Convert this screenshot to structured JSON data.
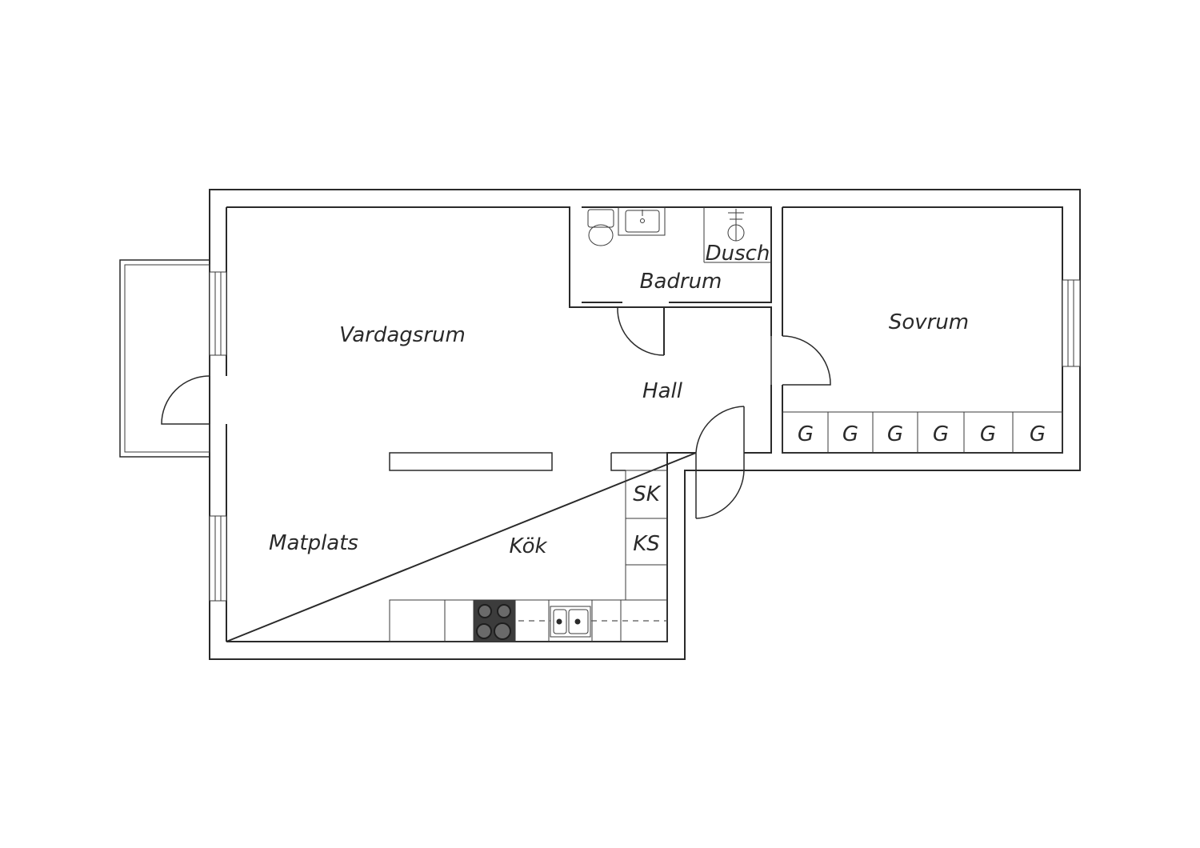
{
  "rooms": {
    "vardagsrum": "Vardagsrum",
    "badrum": "Badrum",
    "dusch": "Dusch",
    "sovrum": "Sovrum",
    "hall": "Hall",
    "matplats": "Matplats",
    "kok": "Kök"
  },
  "fixtures": {
    "sk": "SK",
    "ks": "KS",
    "wardrobes": [
      "G",
      "G",
      "G",
      "G",
      "G",
      "G"
    ]
  },
  "colors": {
    "line": "#2a2a2a",
    "stove": "#3c3c3c",
    "background": "#ffffff"
  }
}
